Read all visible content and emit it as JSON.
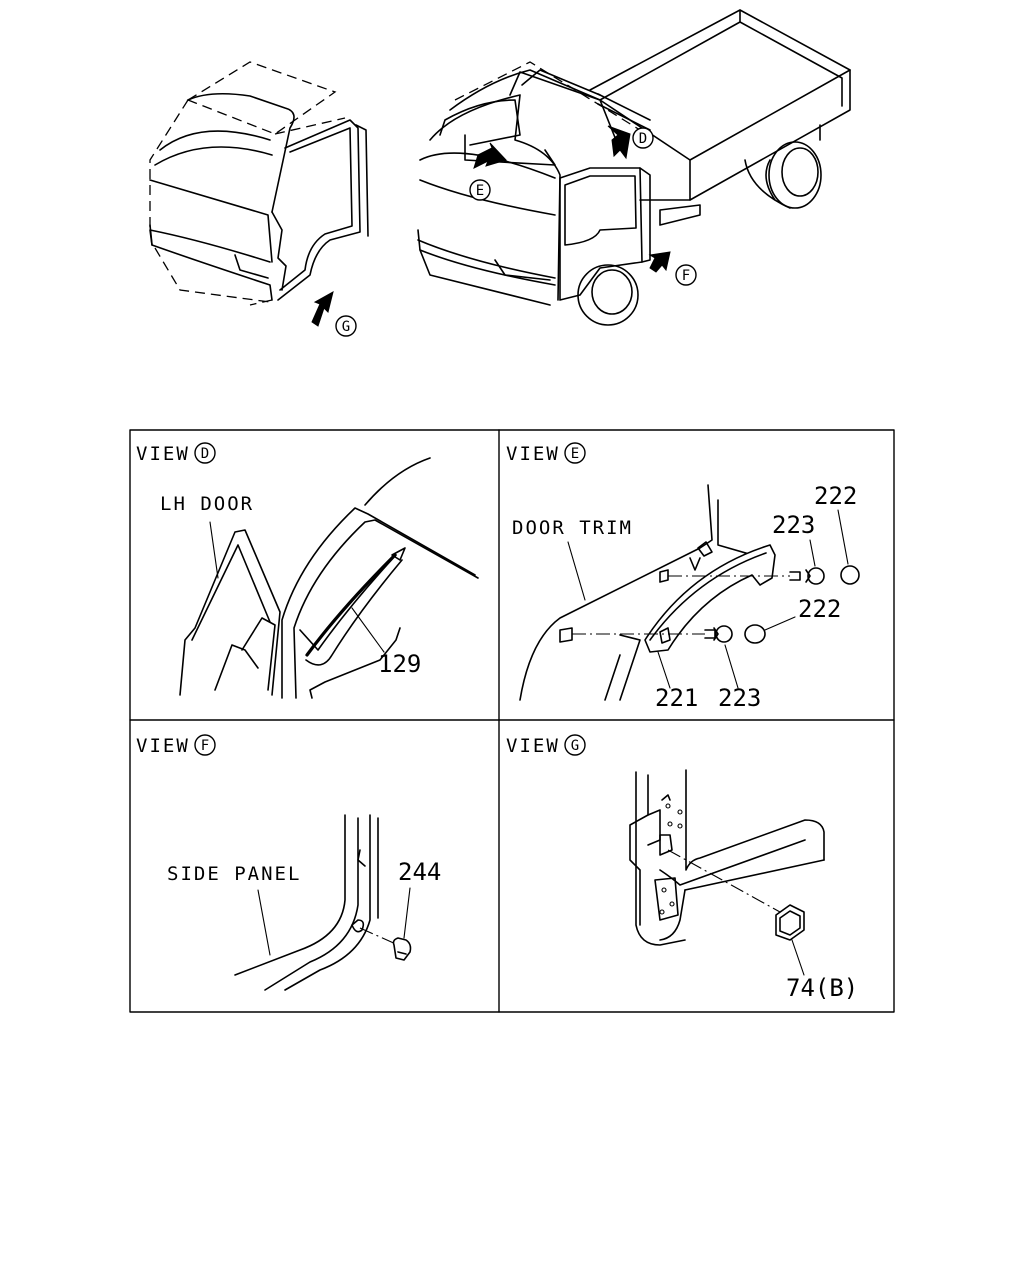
{
  "overview": {
    "markers": [
      "D",
      "E",
      "F",
      "G"
    ]
  },
  "panels": {
    "view_d": {
      "view_word": "VIEW",
      "view_letter": "D",
      "labels": {
        "lh_door": "LH DOOR"
      },
      "parts": [
        "129"
      ]
    },
    "view_e": {
      "view_word": "VIEW",
      "view_letter": "E",
      "labels": {
        "door_trim": "DOOR TRIM"
      },
      "parts": [
        "222",
        "223",
        "222",
        "221",
        "223"
      ]
    },
    "view_f": {
      "view_word": "VIEW",
      "view_letter": "F",
      "labels": {
        "side_panel": "SIDE PANEL"
      },
      "parts": [
        "244"
      ]
    },
    "view_g": {
      "view_word": "VIEW",
      "view_letter": "G",
      "parts": [
        "74(B)"
      ]
    }
  }
}
